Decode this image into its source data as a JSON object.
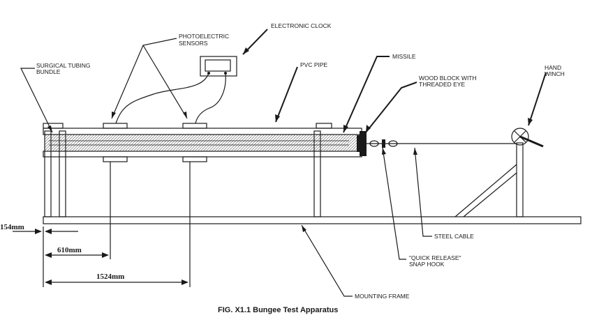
{
  "labels": {
    "electronic_clock": "ELECTRONIC CLOCK",
    "photoelectric_1": "PHOTOELECTRIC",
    "photoelectric_2": "SENSORS",
    "surgical_1": "SURGICAL TUBING",
    "surgical_2": "BUNDLE",
    "pvc_pipe": "PVC PIPE",
    "missile": "MISSILE",
    "wood_block_1": "WOOD BLOCK WITH",
    "wood_block_2": "THREADED EYE",
    "hand_winch_1": "HAND",
    "hand_winch_2": "WINCH",
    "steel_cable": "STEEL CABLE",
    "quick_release_1": "\"QUICK RELEASE\"",
    "quick_release_2": "SNAP HOOK",
    "mounting_frame": "MOUNTING FRAME"
  },
  "dimensions": {
    "d154": "154mm",
    "d610": "610mm",
    "d1524": "1524mm"
  },
  "caption": "FIG. X1.1 Bungee Test Apparatus"
}
